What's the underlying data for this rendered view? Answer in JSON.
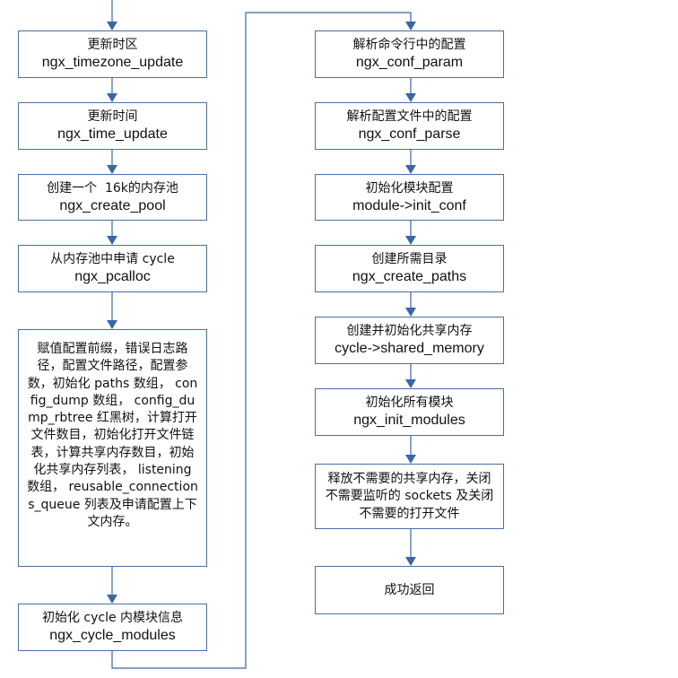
{
  "left_column": [
    {
      "line1": "更新时区",
      "line2": "ngx_timezone_update"
    },
    {
      "line1": "更新时间",
      "line2": "ngx_time_update"
    },
    {
      "line1": "创建一个  16k的内存池",
      "line2": "ngx_create_pool"
    },
    {
      "line1": "从内存池中申请 cycle",
      "line2": "ngx_pcalloc"
    },
    {
      "text": "赋值配置前缀，错误日志路径，配置文件路径，配置参数，初始化 paths 数组， config_dump 数组， config_dump_rbtree 红黑树，计算打开文件数目，初始化打开文件链表，计算共享内存数目，初始化共享内存列表， listening 数组， reusable_connections_queue 列表及申请配置上下文内存。"
    },
    {
      "line1": "初始化 cycle 内模块信息",
      "line2": "ngx_cycle_modules"
    }
  ],
  "right_column": [
    {
      "line1": "解析命令行中的配置",
      "line2": "ngx_conf_param"
    },
    {
      "line1": "解析配置文件中的配置",
      "line2": "ngx_conf_parse"
    },
    {
      "line1": "初始化模块配置",
      "line2": "module->init_conf"
    },
    {
      "line1": "创建所需目录",
      "line2": "ngx_create_paths"
    },
    {
      "line1": "创建并初始化共享内存",
      "line2": "cycle->shared_memory"
    },
    {
      "line1": "初始化所有模块",
      "line2": "ngx_init_modules"
    },
    {
      "text": "释放不需要的共享内存，关闭不需要监听的 sockets 及关闭不需要的打开文件"
    },
    {
      "text": "成功返回"
    }
  ],
  "colors": {
    "line": "#3a66a8",
    "box_border": "#4a6fa5"
  }
}
